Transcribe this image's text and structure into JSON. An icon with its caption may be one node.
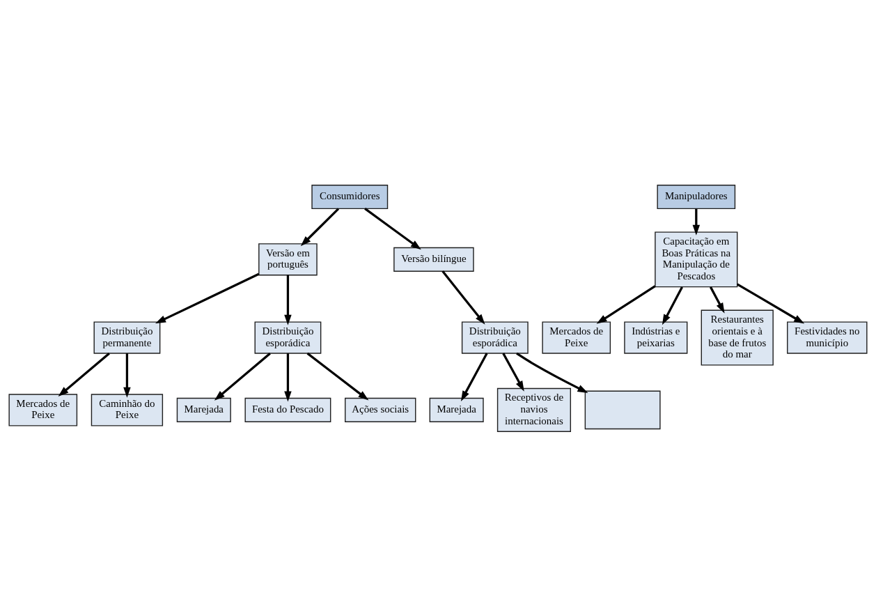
{
  "diagram": {
    "nodes": [
      {
        "text": [
          "Consumidores"
        ]
      },
      {
        "text": [
          "Versão em português"
        ]
      },
      {
        "text": [
          "Versão bilíngue"
        ]
      },
      {
        "text": [
          "Distribuição permanente"
        ]
      },
      {
        "text": [
          "Distribuição esporádica"
        ]
      },
      {
        "text": [
          "Distribuição esporádica"
        ]
      },
      {
        "text": [
          "Mercados de Peixe"
        ]
      },
      {
        "text": [
          "Caminhão do Peixe"
        ]
      },
      {
        "text": [
          "Marejada"
        ]
      },
      {
        "text": [
          "Festa do Pescado"
        ]
      },
      {
        "text": [
          "Ações sociais"
        ]
      },
      {
        "text": [
          "Marejada"
        ]
      },
      {
        "text": [
          "Receptivos de navios internacionais"
        ]
      },
      {
        "text": [],
        "shape": "box"
      },
      {
        "text": [
          "Manipuladores"
        ]
      },
      {
        "text": [
          "Capacitação em Boas Práticas na Manipulação de Pescados"
        ]
      },
      {
        "text": [
          "Mercados de Peixe"
        ]
      },
      {
        "text": [
          "Indústrias e peixarias"
        ]
      },
      {
        "text": [
          "Restaurantes orientais e à base de frutos do mar"
        ]
      },
      {
        "text": [
          "Festividades no município"
        ]
      }
    ],
    "edges": [
      {
        "from": 0,
        "to": 1,
        "arrow": "to"
      },
      {
        "from": 0,
        "to": 2,
        "arrow": "to"
      },
      {
        "from": 1,
        "to": 3,
        "arrow": "to"
      },
      {
        "from": 1,
        "to": 4,
        "arrow": "to"
      },
      {
        "from": 2,
        "to": 5,
        "arrow": "to"
      },
      {
        "from": 3,
        "to": 6,
        "arrow": "to"
      },
      {
        "from": 3,
        "to": 7,
        "arrow": "to"
      },
      {
        "from": 4,
        "to": 8,
        "arrow": "to"
      },
      {
        "from": 4,
        "to": 9,
        "arrow": "to"
      },
      {
        "from": 4,
        "to": 10,
        "arrow": "to"
      },
      {
        "from": 5,
        "to": 11,
        "arrow": "to"
      },
      {
        "from": 5,
        "to": 12,
        "arrow": "to"
      },
      {
        "from": 5,
        "to": 13,
        "arrow": "to"
      },
      {
        "from": 14,
        "to": 15,
        "arrow": "to"
      },
      {
        "from": 15,
        "to": 16,
        "arrow": "to"
      },
      {
        "from": 15,
        "to": 17,
        "arrow": "to"
      },
      {
        "from": 15,
        "to": 18,
        "arrow": "to"
      },
      {
        "from": 15,
        "to": 19,
        "arrow": "to"
      }
    ]
  }
}
